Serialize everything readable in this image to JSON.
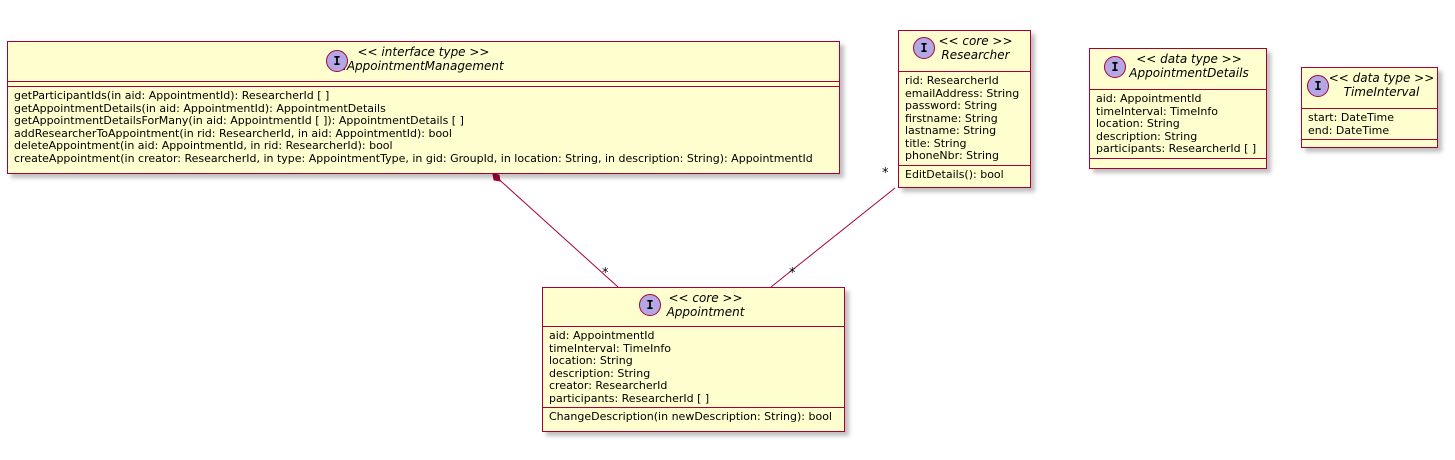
{
  "classes": {
    "iam": {
      "icon": "interface-icon",
      "letter": "I",
      "stereotype": "<< interface type >>",
      "name": "IAppointmentManagement",
      "methods": [
        "getParticipantIds(in aid: AppointmentId): ResearcherId [ ]",
        "getAppointmentDetails(in aid: AppointmentId): AppointmentDetails",
        "getAppointmentDetailsForMany(in aid: AppointmentId [ ]): AppointmentDetails [ ]",
        "addResearcherToAppointment(in rid: ResearcherId, in aid: AppointmentId): bool",
        "deleteAppointment(in aid: AppointmentId, in rid: ResearcherId): bool",
        "createAppointment(in creator: ResearcherId, in type: AppointmentType, in gid: GroupId, in location: String, in description: String): AppointmentId"
      ]
    },
    "researcher": {
      "icon": "interface-icon",
      "letter": "I",
      "stereotype": "<< core >>",
      "name": "Researcher",
      "attributes": [
        "rid: ResearcherId",
        "emailAddress: String",
        "password: String",
        "firstname: String",
        "lastname: String",
        "title: String",
        "phoneNbr: String"
      ],
      "methods": [
        "EditDetails(): bool"
      ]
    },
    "appointment_details": {
      "icon": "interface-icon",
      "letter": "I",
      "stereotype": "<< data type >>",
      "name": "AppointmentDetails",
      "attributes": [
        "aid: AppointmentId",
        "timeInterval: TimeInfo",
        "location: String",
        "description: String",
        "participants: ResearcherId [ ]"
      ]
    },
    "time_interval": {
      "icon": "interface-icon",
      "letter": "I",
      "stereotype": "<< data type >>",
      "name": "TimeInterval",
      "attributes": [
        "start: DateTime",
        "end: DateTime"
      ]
    },
    "appointment": {
      "icon": "interface-icon",
      "letter": "I",
      "stereotype": "<< core >>",
      "name": "Appointment",
      "attributes": [
        "aid: AppointmentId",
        "timeInterval: TimeInfo",
        "location: String",
        "description: String",
        "creator: ResearcherId",
        "participants: ResearcherId [ ]"
      ],
      "methods": [
        "ChangeDescription(in newDescription: String): bool"
      ]
    }
  },
  "relations": [
    {
      "from": "IAppointmentManagement",
      "to": "Appointment",
      "type": "composition",
      "target_multiplicity": "*"
    },
    {
      "from": "Researcher",
      "to": "Appointment",
      "type": "association",
      "source_multiplicity": "*",
      "target_multiplicity": "*"
    }
  ],
  "colors": {
    "class_fill": "#fefece",
    "border": "#a80036",
    "interface_circle": "#b4a7e5"
  }
}
